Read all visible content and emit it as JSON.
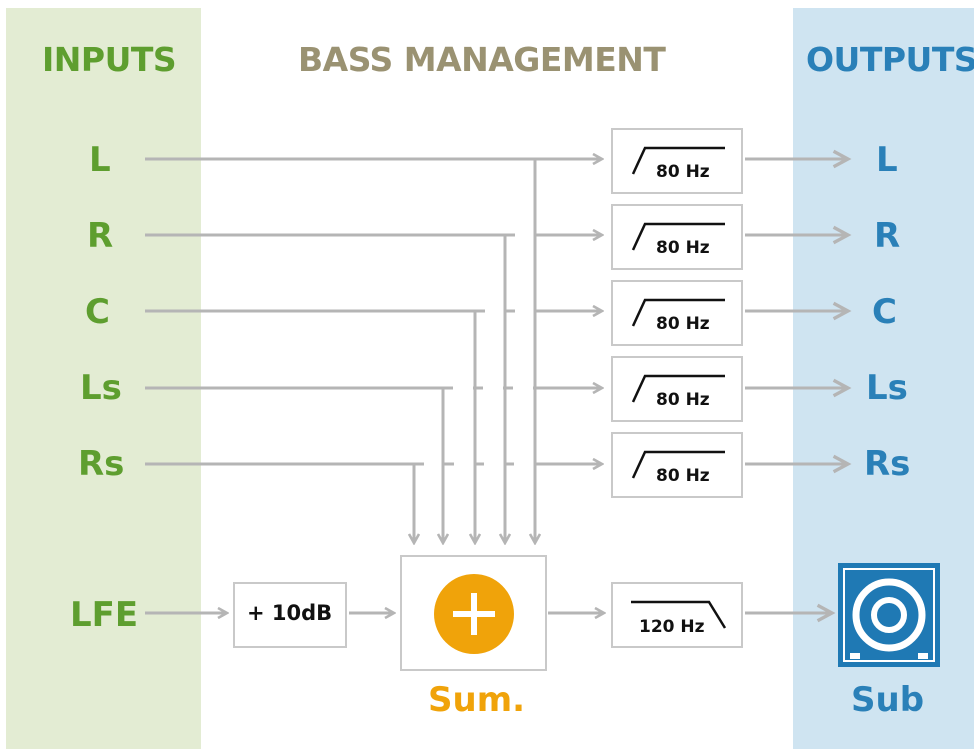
{
  "headers": {
    "inputs": "INPUTS",
    "bass_management": "BASS MANAGEMENT",
    "outputs": "OUTPUTS"
  },
  "inputs": [
    "L",
    "R",
    "C",
    "Ls",
    "Rs"
  ],
  "lfe_input": "LFE",
  "outputs": [
    "L",
    "R",
    "C",
    "Ls",
    "Rs"
  ],
  "highpass_filters": [
    "80 Hz",
    "80 Hz",
    "80 Hz",
    "80 Hz",
    "80 Hz"
  ],
  "lowpass_filter": "120 Hz",
  "lfe_gain": "+ 10dB",
  "sum_label": "Sum.",
  "sub_label": "Sub",
  "colors": {
    "inputs": "#5e9e2f",
    "outputs": "#2a80b8",
    "bass_management": "#9a9272",
    "sum": "#f0a30a",
    "arrows": "#b5b5b5"
  },
  "icons": {
    "sum": "plus-circle-icon",
    "sub": "speaker-icon"
  }
}
